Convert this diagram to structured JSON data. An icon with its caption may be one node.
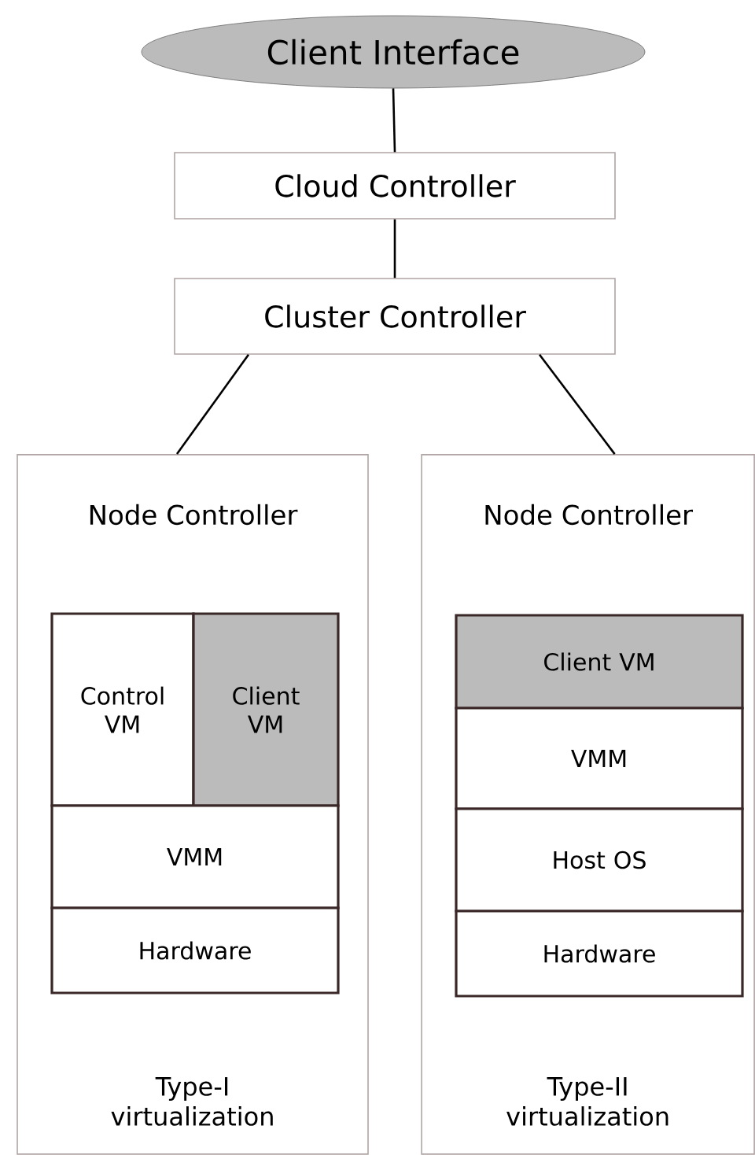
{
  "diagram": {
    "nodes": [
      {
        "text": [
          "Client Interface"
        ]
      },
      {
        "text": [
          "Cloud Controller"
        ]
      },
      {
        "text": [
          "Cluster Controller"
        ]
      },
      {
        "text": [
          "Node Controller",
          "Type-I virtualization"
        ]
      },
      {
        "text": [
          "Control VM"
        ],
        "in": 3
      },
      {
        "text": [
          "Client VM"
        ],
        "in": 3
      },
      {
        "text": [
          "VMM"
        ],
        "in": 3
      },
      {
        "text": [
          "Hardware"
        ],
        "in": 3
      },
      {
        "text": [
          "Node Controller",
          "Type-II virtualization"
        ]
      },
      {
        "text": [
          "Client VM"
        ],
        "in": 8
      },
      {
        "text": [
          "VMM"
        ],
        "in": 8
      },
      {
        "text": [
          "Host OS"
        ],
        "in": 8
      },
      {
        "text": [
          "Hardware"
        ],
        "in": 8
      }
    ],
    "edges": [
      {
        "from": 0,
        "to": 1,
        "arrow": "none"
      },
      {
        "from": 1,
        "to": 2,
        "arrow": "none"
      },
      {
        "from": 2,
        "to": 3,
        "arrow": "none"
      },
      {
        "from": 2,
        "to": 8,
        "arrow": "none"
      }
    ]
  }
}
